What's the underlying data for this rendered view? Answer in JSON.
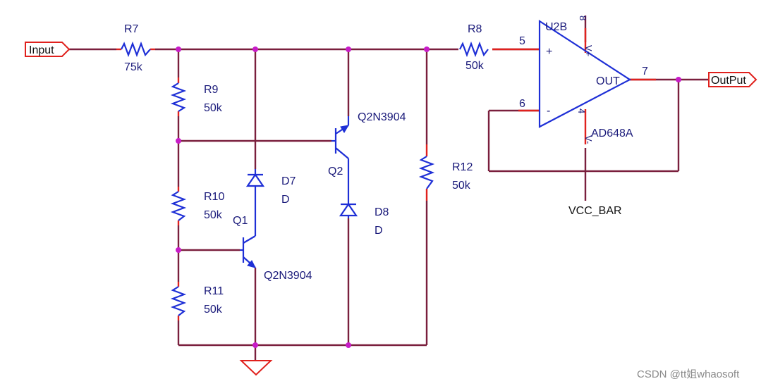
{
  "ports": {
    "input": "Input",
    "output": "OutPut"
  },
  "resistors": {
    "r7": {
      "ref": "R7",
      "value": "75k"
    },
    "r8": {
      "ref": "R8",
      "value": "50k"
    },
    "r9": {
      "ref": "R9",
      "value": "50k"
    },
    "r10": {
      "ref": "R10",
      "value": "50k"
    },
    "r11": {
      "ref": "R11",
      "value": "50k"
    },
    "r12": {
      "ref": "R12",
      "value": "50k"
    }
  },
  "diodes": {
    "d7": {
      "ref": "D7",
      "value": "D"
    },
    "d8": {
      "ref": "D8",
      "value": "D"
    }
  },
  "transistors": {
    "q1": {
      "ref": "Q1",
      "model": "Q2N3904"
    },
    "q2": {
      "ref": "Q2",
      "model": "Q2N3904"
    }
  },
  "opamp": {
    "ref": "U2B",
    "model": "AD648A",
    "out_label": "OUT",
    "plus": "+",
    "minus": "-",
    "pins": {
      "p5": "5",
      "p6": "6",
      "p7": "7",
      "p8": "8",
      "p4": "4"
    },
    "vplus": "V+",
    "vminus": "V-"
  },
  "supply": "VCC_BAR",
  "watermark": "CSDN @tt姐whaosoft",
  "colors": {
    "wire": "#7a1f3d",
    "component": "#1e2fd6",
    "port": "#e0211d",
    "junction": "#c81cc8"
  }
}
